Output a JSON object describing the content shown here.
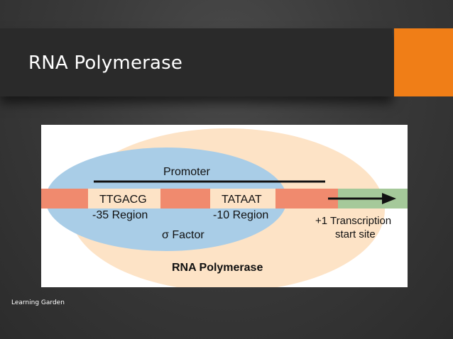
{
  "slide": {
    "title": "RNA Polymerase",
    "footer": "Learning Garden",
    "accent_color": "#f07e17"
  },
  "diagram": {
    "promoter_label": "Promoter",
    "box_35": "TTGACG",
    "box_10": "TATAAT",
    "region_35": "-35 Region",
    "region_10": "-10 Region",
    "sigma_factor": "σ Factor",
    "transcription_line1": "+1 Transcription",
    "transcription_line2": "start site",
    "polymerase_label": "RNA Polymerase",
    "colors": {
      "polymerase_body": "#fde3c6",
      "sigma_body": "#a9cde7",
      "dna_strand": "#f08a6e",
      "dna_downstream": "#a5c99a",
      "promoter_line": "#111111",
      "arrow": "#111111"
    }
  }
}
